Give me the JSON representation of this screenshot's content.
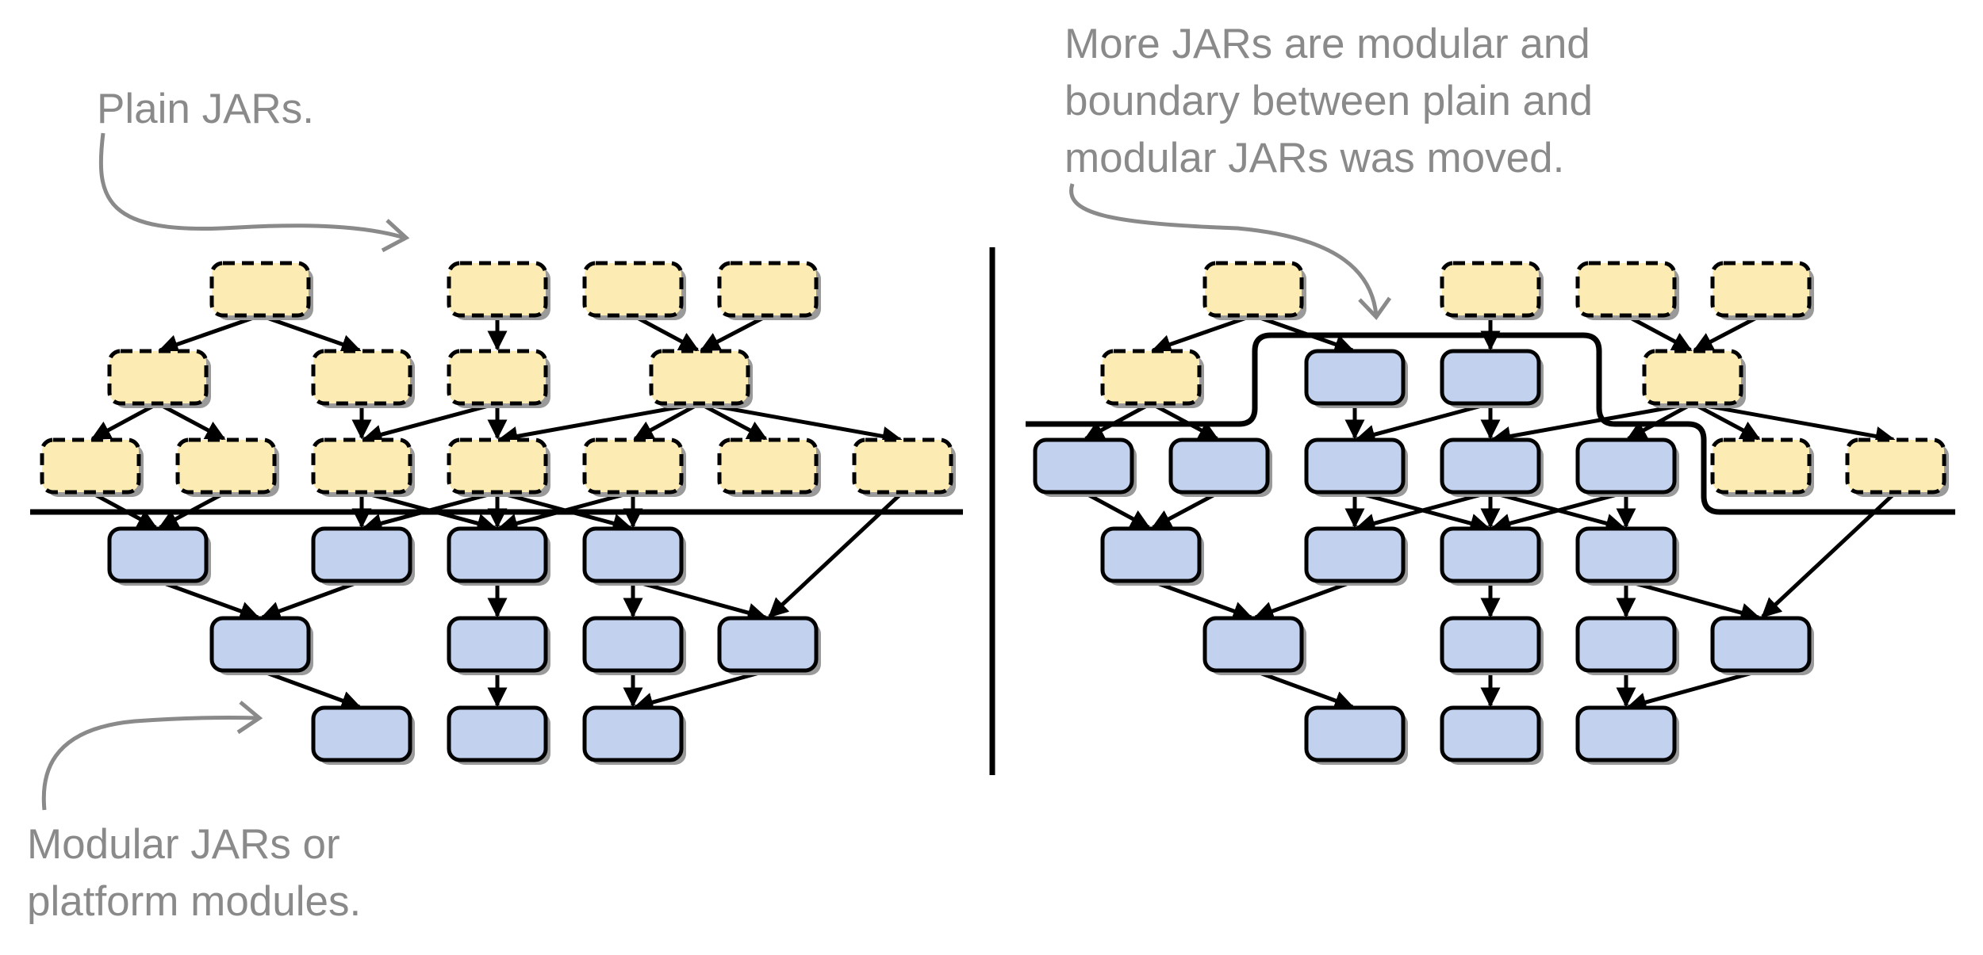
{
  "annotations": {
    "plain_jars": "Plain JARs.",
    "modular_jars": [
      "Modular JARs or",
      "platform modules."
    ],
    "more_modular": [
      "More JARs are modular and",
      "boundary between plain and",
      "modular JARs was moved."
    ]
  },
  "legend_colors": {
    "plain_jar_fill": "#fcebb2",
    "modular_jar_fill": "#c2d1ee",
    "shadow": "#9a9a9a",
    "annotation_text": "#8a8a8a"
  },
  "diagrams": [
    {
      "id": "before",
      "nodes": [
        {
          "id": "a1",
          "kind": "plain"
        },
        {
          "id": "a2",
          "kind": "plain"
        },
        {
          "id": "a3",
          "kind": "plain"
        },
        {
          "id": "a4",
          "kind": "plain"
        },
        {
          "id": "b1",
          "kind": "plain"
        },
        {
          "id": "b2",
          "kind": "plain"
        },
        {
          "id": "b3",
          "kind": "plain"
        },
        {
          "id": "b4",
          "kind": "plain"
        },
        {
          "id": "c1",
          "kind": "plain"
        },
        {
          "id": "c2",
          "kind": "plain"
        },
        {
          "id": "c3",
          "kind": "plain"
        },
        {
          "id": "c4",
          "kind": "plain"
        },
        {
          "id": "c5",
          "kind": "plain"
        },
        {
          "id": "c6",
          "kind": "plain"
        },
        {
          "id": "c7",
          "kind": "plain"
        },
        {
          "id": "d1",
          "kind": "modular"
        },
        {
          "id": "d2",
          "kind": "modular"
        },
        {
          "id": "d3",
          "kind": "modular"
        },
        {
          "id": "d4",
          "kind": "modular"
        },
        {
          "id": "e1",
          "kind": "modular"
        },
        {
          "id": "e2",
          "kind": "modular"
        },
        {
          "id": "e3",
          "kind": "modular"
        },
        {
          "id": "e4",
          "kind": "modular"
        },
        {
          "id": "f1",
          "kind": "modular"
        },
        {
          "id": "f2",
          "kind": "modular"
        },
        {
          "id": "f3",
          "kind": "modular"
        }
      ]
    },
    {
      "id": "after",
      "nodes": [
        {
          "id": "a1",
          "kind": "plain"
        },
        {
          "id": "a2",
          "kind": "plain"
        },
        {
          "id": "a3",
          "kind": "plain"
        },
        {
          "id": "a4",
          "kind": "plain"
        },
        {
          "id": "b1",
          "kind": "plain"
        },
        {
          "id": "b2",
          "kind": "modular"
        },
        {
          "id": "b3",
          "kind": "modular"
        },
        {
          "id": "b4",
          "kind": "plain"
        },
        {
          "id": "c1",
          "kind": "modular"
        },
        {
          "id": "c2",
          "kind": "modular"
        },
        {
          "id": "c3",
          "kind": "modular"
        },
        {
          "id": "c4",
          "kind": "modular"
        },
        {
          "id": "c5",
          "kind": "modular"
        },
        {
          "id": "c6",
          "kind": "plain"
        },
        {
          "id": "c7",
          "kind": "plain"
        },
        {
          "id": "d1",
          "kind": "modular"
        },
        {
          "id": "d2",
          "kind": "modular"
        },
        {
          "id": "d3",
          "kind": "modular"
        },
        {
          "id": "d4",
          "kind": "modular"
        },
        {
          "id": "e1",
          "kind": "modular"
        },
        {
          "id": "e2",
          "kind": "modular"
        },
        {
          "id": "e3",
          "kind": "modular"
        },
        {
          "id": "e4",
          "kind": "modular"
        },
        {
          "id": "f1",
          "kind": "modular"
        },
        {
          "id": "f2",
          "kind": "modular"
        },
        {
          "id": "f3",
          "kind": "modular"
        }
      ]
    }
  ],
  "edges": [
    [
      "a1",
      "b1"
    ],
    [
      "a1",
      "b2"
    ],
    [
      "a2",
      "b3"
    ],
    [
      "a3",
      "b4"
    ],
    [
      "a4",
      "b4"
    ],
    [
      "b1",
      "c1"
    ],
    [
      "b1",
      "c2"
    ],
    [
      "b2",
      "c3"
    ],
    [
      "b3",
      "c3"
    ],
    [
      "b3",
      "c4"
    ],
    [
      "b4",
      "c4"
    ],
    [
      "b4",
      "c5"
    ],
    [
      "b4",
      "c6"
    ],
    [
      "b4",
      "c7"
    ],
    [
      "c1",
      "d1"
    ],
    [
      "c2",
      "d1"
    ],
    [
      "c3",
      "d2"
    ],
    [
      "c3",
      "d3"
    ],
    [
      "c4",
      "d2"
    ],
    [
      "c4",
      "d3"
    ],
    [
      "c4",
      "d4"
    ],
    [
      "c5",
      "d3"
    ],
    [
      "c5",
      "d4"
    ],
    [
      "c7",
      "e4"
    ],
    [
      "d1",
      "e1"
    ],
    [
      "d2",
      "e1"
    ],
    [
      "d3",
      "e2"
    ],
    [
      "d4",
      "e3"
    ],
    [
      "d4",
      "e4"
    ],
    [
      "e1",
      "f1"
    ],
    [
      "e2",
      "f2"
    ],
    [
      "e3",
      "f3"
    ],
    [
      "e4",
      "f3"
    ]
  ]
}
